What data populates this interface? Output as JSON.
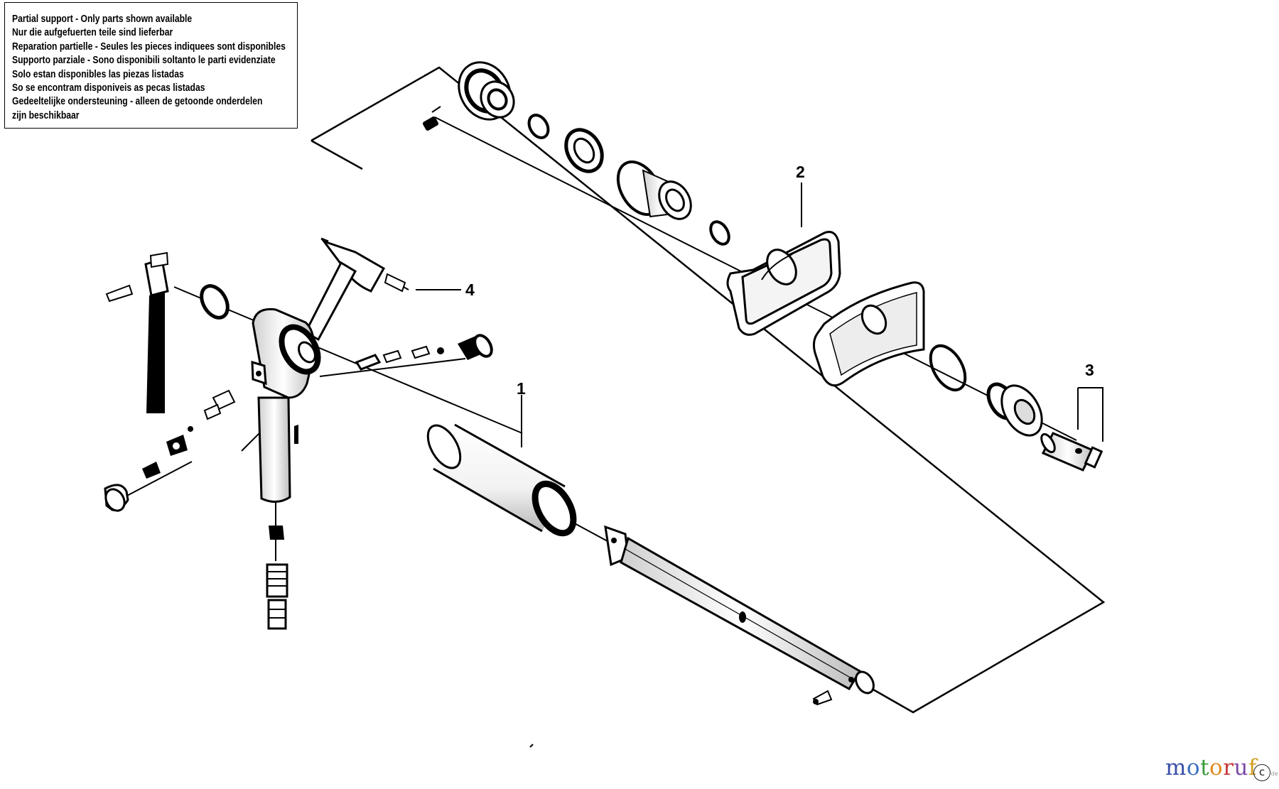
{
  "notice": {
    "lines": [
      "Partial support - Only parts shown available",
      "Nur die aufgefuerten teile sind lieferbar",
      "Reparation partielle - Seules les pieces indiquees sont disponibles",
      "Supporto parziale - Sono disponibili soltanto le parti evidenziate",
      "Solo estan disponibles las piezas listadas",
      "So se encontram disponiveis as pecas listadas",
      "Gedeeltelijke ondersteuning - alleen de getoonde onderdelen",
      "zijn beschikbaar"
    ]
  },
  "callouts": {
    "part1": "1",
    "part2": "2",
    "part3": "3",
    "part4": "4"
  },
  "brand": {
    "letters": [
      "m",
      "o",
      "t",
      "o",
      "r",
      "u",
      "f"
    ],
    "colors": [
      "#3a4fa8",
      "#3f6fc0",
      "#3a9a3a",
      "#e08a1e",
      "#c43a3a",
      "#7a4aa8",
      "#d0a020"
    ],
    "copyright": "c",
    "tld": ".de"
  }
}
